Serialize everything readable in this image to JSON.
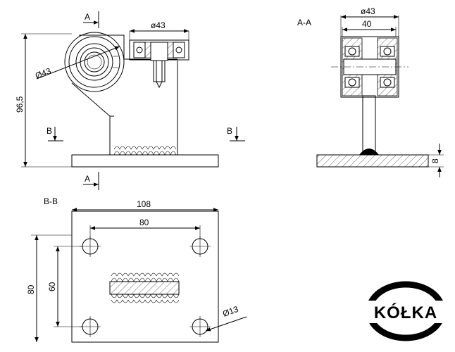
{
  "front_view": {
    "section_a_top": "A",
    "section_a_bottom": "A",
    "section_b_left": "B",
    "section_b_right": "B",
    "dim_wheel_dia": "ø43",
    "dim_hub_dia": "Ø43",
    "dim_height": "96,5"
  },
  "section_aa": {
    "title": "A-A",
    "dim_outer": "ø43",
    "dim_inner": "40",
    "dim_plate": "8"
  },
  "section_bb": {
    "title": "B-B",
    "dim_width": "108",
    "dim_hole_spacing_x": "80",
    "dim_height": "80",
    "dim_hole_spacing_y": "60",
    "dim_hole_dia": "Ø13"
  },
  "logo": {
    "text": "KÓŁKA"
  }
}
